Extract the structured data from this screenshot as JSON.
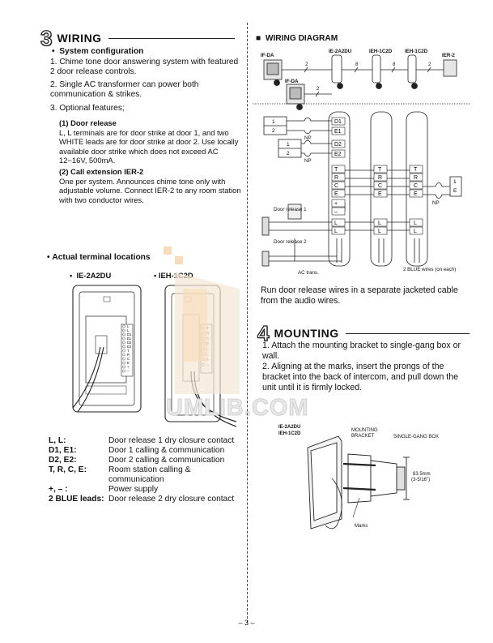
{
  "wiring": {
    "number": "3",
    "title": "WIRING",
    "system_config_title": "System configuration",
    "items": [
      "1. Chime tone door answering system with featured 2 door release controls.",
      "2. Single AC transformer can power both communication & strikes.",
      "3. Optional features;"
    ],
    "door_release_title": "(1) Door release",
    "door_release_text": "L, L terminals are for door strike at door 1, and two WHITE leads are for door strike at door 2. Use locally available door strike which does not exceed AC 12~16V, 500mA.",
    "call_ext_title": "(2) Call extension IER-2",
    "call_ext_text": "One per system. Announces chime tone only with adjustable volume. Connect IER-2 to any room station with two conductor wires.",
    "terminal_locations_title": "Actual terminal locations",
    "unit_a": "IE-2A2DU",
    "unit_b": "IEH-1C2D"
  },
  "legend": [
    {
      "key": "L, L:",
      "desc": "Door release 1 dry closure contact"
    },
    {
      "key": "D1, E1:",
      "desc": "Door 1 calling & communication"
    },
    {
      "key": "D2, E2:",
      "desc": "Door 2 calling & communication"
    },
    {
      "key": "T, R, C, E:",
      "desc": "Room station calling & communication"
    },
    {
      "key": "+, – :",
      "desc": "Power supply"
    },
    {
      "key": "2 BLUE leads:",
      "desc": "Door release 2 dry closure contact"
    }
  ],
  "diagram": {
    "title": "WIRING DIAGRAM",
    "labels": {
      "ifda1": "IF-DA",
      "ifda2": "IF-DA",
      "master": "IE-2A2DU",
      "sub1": "IEH-1C2D",
      "sub2": "IEH-1C2D",
      "ier": "IER-2",
      "np": "NP",
      "door1": "Door release 1",
      "door2": "Door release 2",
      "actrans": "AC trans.",
      "bluewires": "2 BLUE wires (on each)"
    },
    "counts": {
      "c2a": "2",
      "c2b": "2",
      "c8a": "8",
      "c8b": "8",
      "c2c": "2"
    },
    "terminals_master": [
      "D1",
      "E1",
      "D2",
      "E2",
      "T",
      "R",
      "C",
      "E",
      "+",
      "–",
      "L",
      "L"
    ],
    "terminals_sub": [
      "T",
      "R",
      "C",
      "E",
      "L",
      "L"
    ],
    "door_terminals": [
      "1",
      "2"
    ],
    "ier_terminals": [
      "1",
      "E"
    ],
    "note": "Run door release wires in a separate jacketed cable from the audio wires."
  },
  "mounting": {
    "number": "4",
    "title": "MOUNTING",
    "steps": [
      "1. Attach the mounting bracket to single-gang box or wall.",
      "2. Aligning at the marks, insert the prongs of the bracket into the back of intercom, and pull down the unit until it is firmly locked."
    ],
    "fig_models_a": "IE-2A2DU",
    "fig_models_b": "IEH-1C2D",
    "bracket_a": "MOUNTING",
    "bracket_b": "BRACKET",
    "gangbox": "SINGLE-GANG BOX",
    "dim_a": "83.5mm",
    "dim_b": "(3-5/16\")",
    "marks": "Marks"
  },
  "terminal_strip_a": [
    "L",
    "L",
    "D1",
    "E1",
    "D2",
    "E2",
    "T",
    "R",
    "C",
    "E",
    "+",
    "–"
  ],
  "terminal_strip_b": [
    "T",
    "R",
    "C",
    "E",
    "L",
    "L",
    "+",
    "–"
  ],
  "watermark": "UMLIB.COM",
  "page_number": "– 3 –"
}
